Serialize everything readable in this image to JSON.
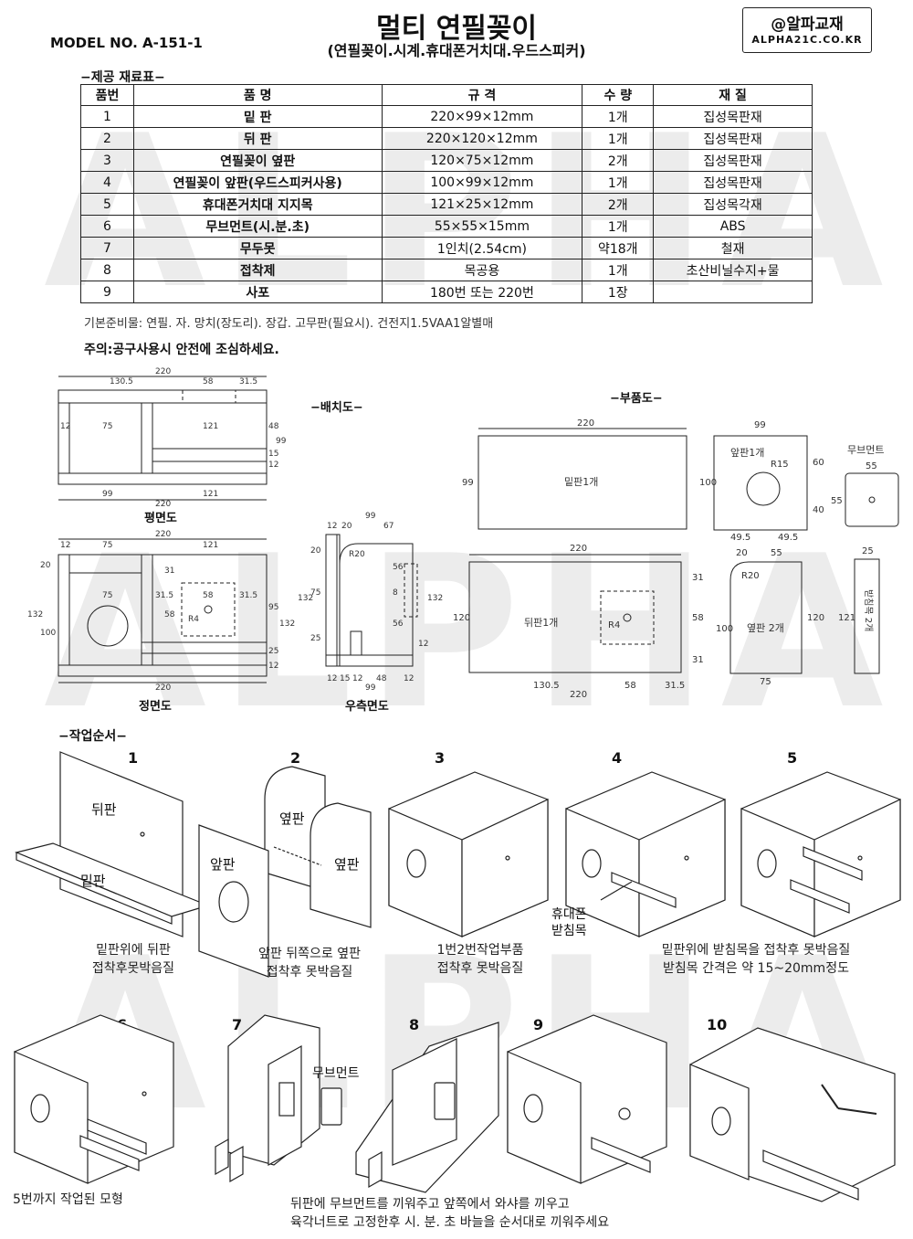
{
  "header": {
    "title": "멀티 연필꽂이",
    "subtitle": "(연필꽂이.시계.휴대폰거치대.우드스피커)",
    "model": "MODEL NO.  A-151-1",
    "brand": "@알파교재",
    "brand_url": "ALPHA21C.CO.KR"
  },
  "watermark": "ALPHA",
  "materials": {
    "title": "−제공 재료표−",
    "columns": [
      "품번",
      "품 명",
      "규 격",
      "수 량",
      "재 질"
    ],
    "rows": [
      [
        "1",
        "밑 판",
        "220×99×12mm",
        "1개",
        "집성목판재"
      ],
      [
        "2",
        "뒤 판",
        "220×120×12mm",
        "1개",
        "집성목판재"
      ],
      [
        "3",
        "연필꽂이 옆판",
        "120×75×12mm",
        "2개",
        "집성목판재"
      ],
      [
        "4",
        "연필꽂이 앞판(우드스피커사용)",
        "100×99×12mm",
        "1개",
        "집성목판재"
      ],
      [
        "5",
        "휴대폰거치대 지지목",
        "121×25×12mm",
        "2개",
        "집성목각재"
      ],
      [
        "6",
        "무브먼트(시.분.초)",
        "55×55×15mm",
        "1개",
        "ABS"
      ],
      [
        "7",
        "무두못",
        "1인치(2.54cm)",
        "약18개",
        "철재"
      ],
      [
        "8",
        "접착제",
        "목공용",
        "1개",
        "초산비닐수지+물"
      ],
      [
        "9",
        "사포",
        "180번 또는 220번",
        "1장",
        ""
      ]
    ]
  },
  "basic_note": "기본준비물: 연필. 자. 망치(장도리). 장갑. 고무판(필요시). 건전지1.5VAA1알별매",
  "caution": "주의:공구사용시 안전에 조심하세요.",
  "drawings": {
    "layout_title": "−배치도−",
    "parts_title": "−부품도−",
    "plan_label": "평면도",
    "front_label": "정면도",
    "side_label": "우측면도",
    "plan_dims": [
      "220",
      "130.5",
      "58",
      "31.5",
      "12",
      "75",
      "121",
      "48",
      "99",
      "15",
      "12",
      "99",
      "121",
      "220"
    ],
    "front_dims": [
      "220",
      "12",
      "75",
      "121",
      "20",
      "31",
      "31.5",
      "58",
      "31.5",
      "132",
      "100",
      "95",
      "132",
      "58",
      "25",
      "12",
      "R4",
      "220",
      "75"
    ],
    "side_dims": [
      "99",
      "12",
      "20",
      "67",
      "R20",
      "56",
      "8",
      "56",
      "132",
      "75",
      "25",
      "132",
      "12",
      "15",
      "12",
      "48",
      "12",
      "99",
      "20",
      "12"
    ],
    "parts": {
      "base": {
        "label": "밑판1개",
        "w": "220",
        "h": "99"
      },
      "front": {
        "label": "앞판1개",
        "w": "99",
        "h": "100",
        "r": "R15",
        "d1": "60",
        "d2": "40",
        "b1": "49.5",
        "b2": "49.5"
      },
      "movement": {
        "label": "무브먼트",
        "w": "55",
        "h": "55"
      },
      "back": {
        "label": "뒤판1개",
        "w": "220",
        "h": "120",
        "r": "R4",
        "d1": "31",
        "d2": "58",
        "d3": "31",
        "b1": "130.5",
        "b2": "58",
        "b3": "31.5",
        "b4": "220"
      },
      "side": {
        "label": "옆판 2개",
        "top": "55",
        "c": "20",
        "r": "R20",
        "h1": "100",
        "h2": "120",
        "w": "75"
      },
      "support": {
        "label": "받침목 2개",
        "w": "25",
        "h": "121"
      }
    }
  },
  "steps": {
    "title": "−작업순서−",
    "items": [
      {
        "num": "1",
        "labels": [
          "뒤판",
          "밑판"
        ],
        "caption": [
          "밑판위에 뒤판",
          "접착후못박음질"
        ]
      },
      {
        "num": "2",
        "labels": [
          "옆판",
          "앞판",
          "옆판"
        ],
        "caption": [
          "앞판 뒤쪽으로 옆판",
          "접착후 못박음질"
        ]
      },
      {
        "num": "3",
        "labels": [],
        "caption": [
          "1번2번작업부품",
          "접착후 못박음질"
        ]
      },
      {
        "num": "4",
        "labels": [
          "휴대폰",
          "받침목"
        ],
        "caption": []
      },
      {
        "num": "5",
        "labels": [],
        "caption": []
      },
      {
        "num": "6",
        "labels": [],
        "caption": [
          "5번까지 작업된 모형"
        ]
      },
      {
        "num": "7",
        "labels": [
          "무브먼트"
        ],
        "caption": []
      },
      {
        "num": "8",
        "labels": [],
        "caption": []
      },
      {
        "num": "9",
        "labels": [],
        "caption": []
      },
      {
        "num": "10",
        "labels": [],
        "caption": []
      }
    ],
    "caption_4_5": [
      "밑판위에 받침목을 접착후 못박음질",
      "받침목 간격은 약 15~20mm정도"
    ],
    "caption_7_10": [
      "뒤판에 무브먼트를 끼워주고 앞쪽에서 와샤를 끼우고",
      "육각너트로 고정한후 시. 분. 초 바늘을 순서대로 끼워주세요"
    ]
  }
}
